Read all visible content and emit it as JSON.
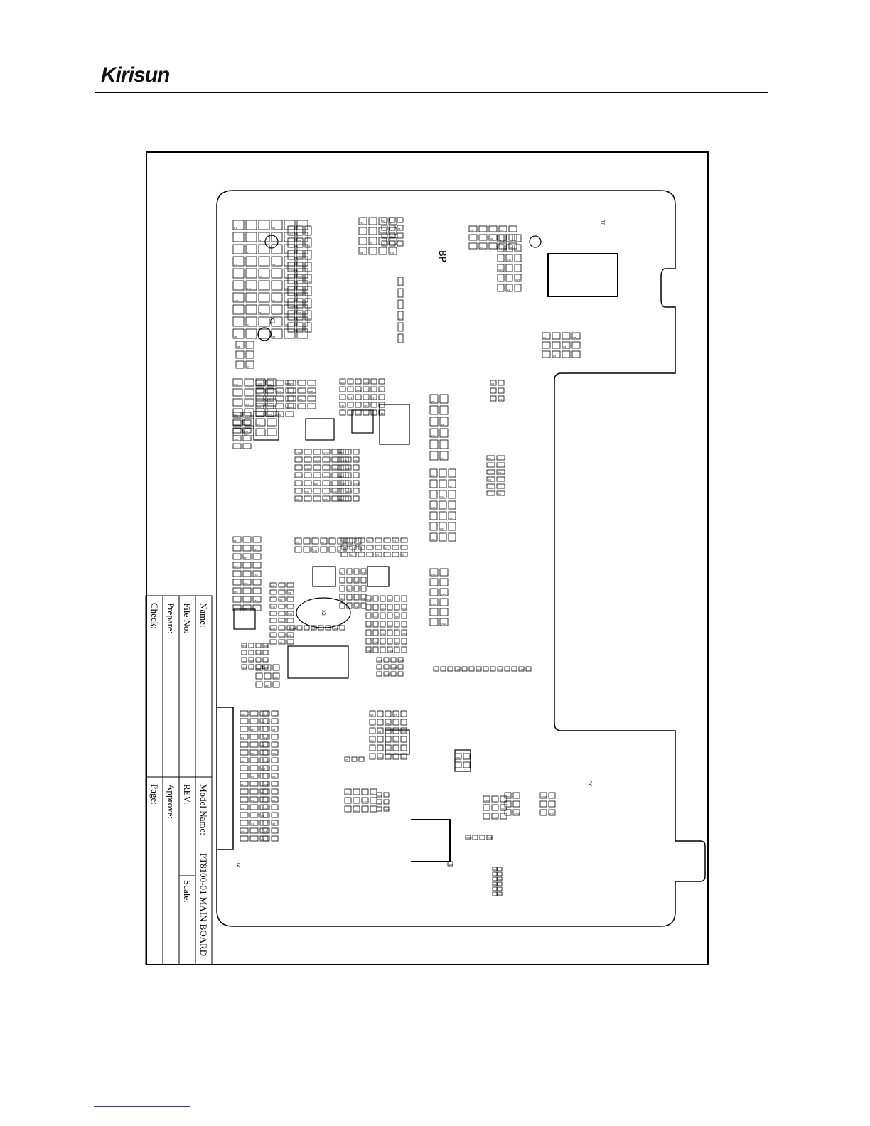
{
  "brand": {
    "logo_text": "Kirisun"
  },
  "board_labels": {
    "bp": "BP",
    "x1": "X1",
    "tp": "TP",
    "t4": "T4",
    "dc": "DC",
    "x2": "X2"
  },
  "title_block": {
    "name_label": "Name:",
    "file_no_label": "File No:",
    "prepare_label": "Prepare:",
    "check_label": "Check:",
    "model_name_label": "Model Name:",
    "model_name_value": "PT8100-01  MAIN BOARD",
    "rev_label": "REV:",
    "approve_label": "Approve:",
    "page_label": "Page:",
    "scale_label": "Scale:"
  },
  "component_labels": [
    "U1",
    "U2",
    "U3",
    "U4",
    "U5",
    "U6",
    "U7",
    "U8",
    "U9",
    "U10",
    "U11",
    "U12",
    "U13",
    "Q1",
    "Q2",
    "Q3",
    "Q4",
    "Q5",
    "Q6",
    "Q7",
    "Q8",
    "Q9",
    "Q10",
    "IC1",
    "IC2",
    "IC3",
    "IC4",
    "IC5",
    "IC6",
    "IC7",
    "C12",
    "C23",
    "C45",
    "C67",
    "C89",
    "C101",
    "C112",
    "C143",
    "C165",
    "C180",
    "C201",
    "C229",
    "C240",
    "R10",
    "R22",
    "R35",
    "R48",
    "R51",
    "R66",
    "R73",
    "R88",
    "R91",
    "R104",
    "R119",
    "R130",
    "R142",
    "L5",
    "L12",
    "L17",
    "L23",
    "L30",
    "L40",
    "L48",
    "L52",
    "D1",
    "D3",
    "D5",
    "D8",
    "D10",
    "X3",
    "T1",
    "T2"
  ]
}
